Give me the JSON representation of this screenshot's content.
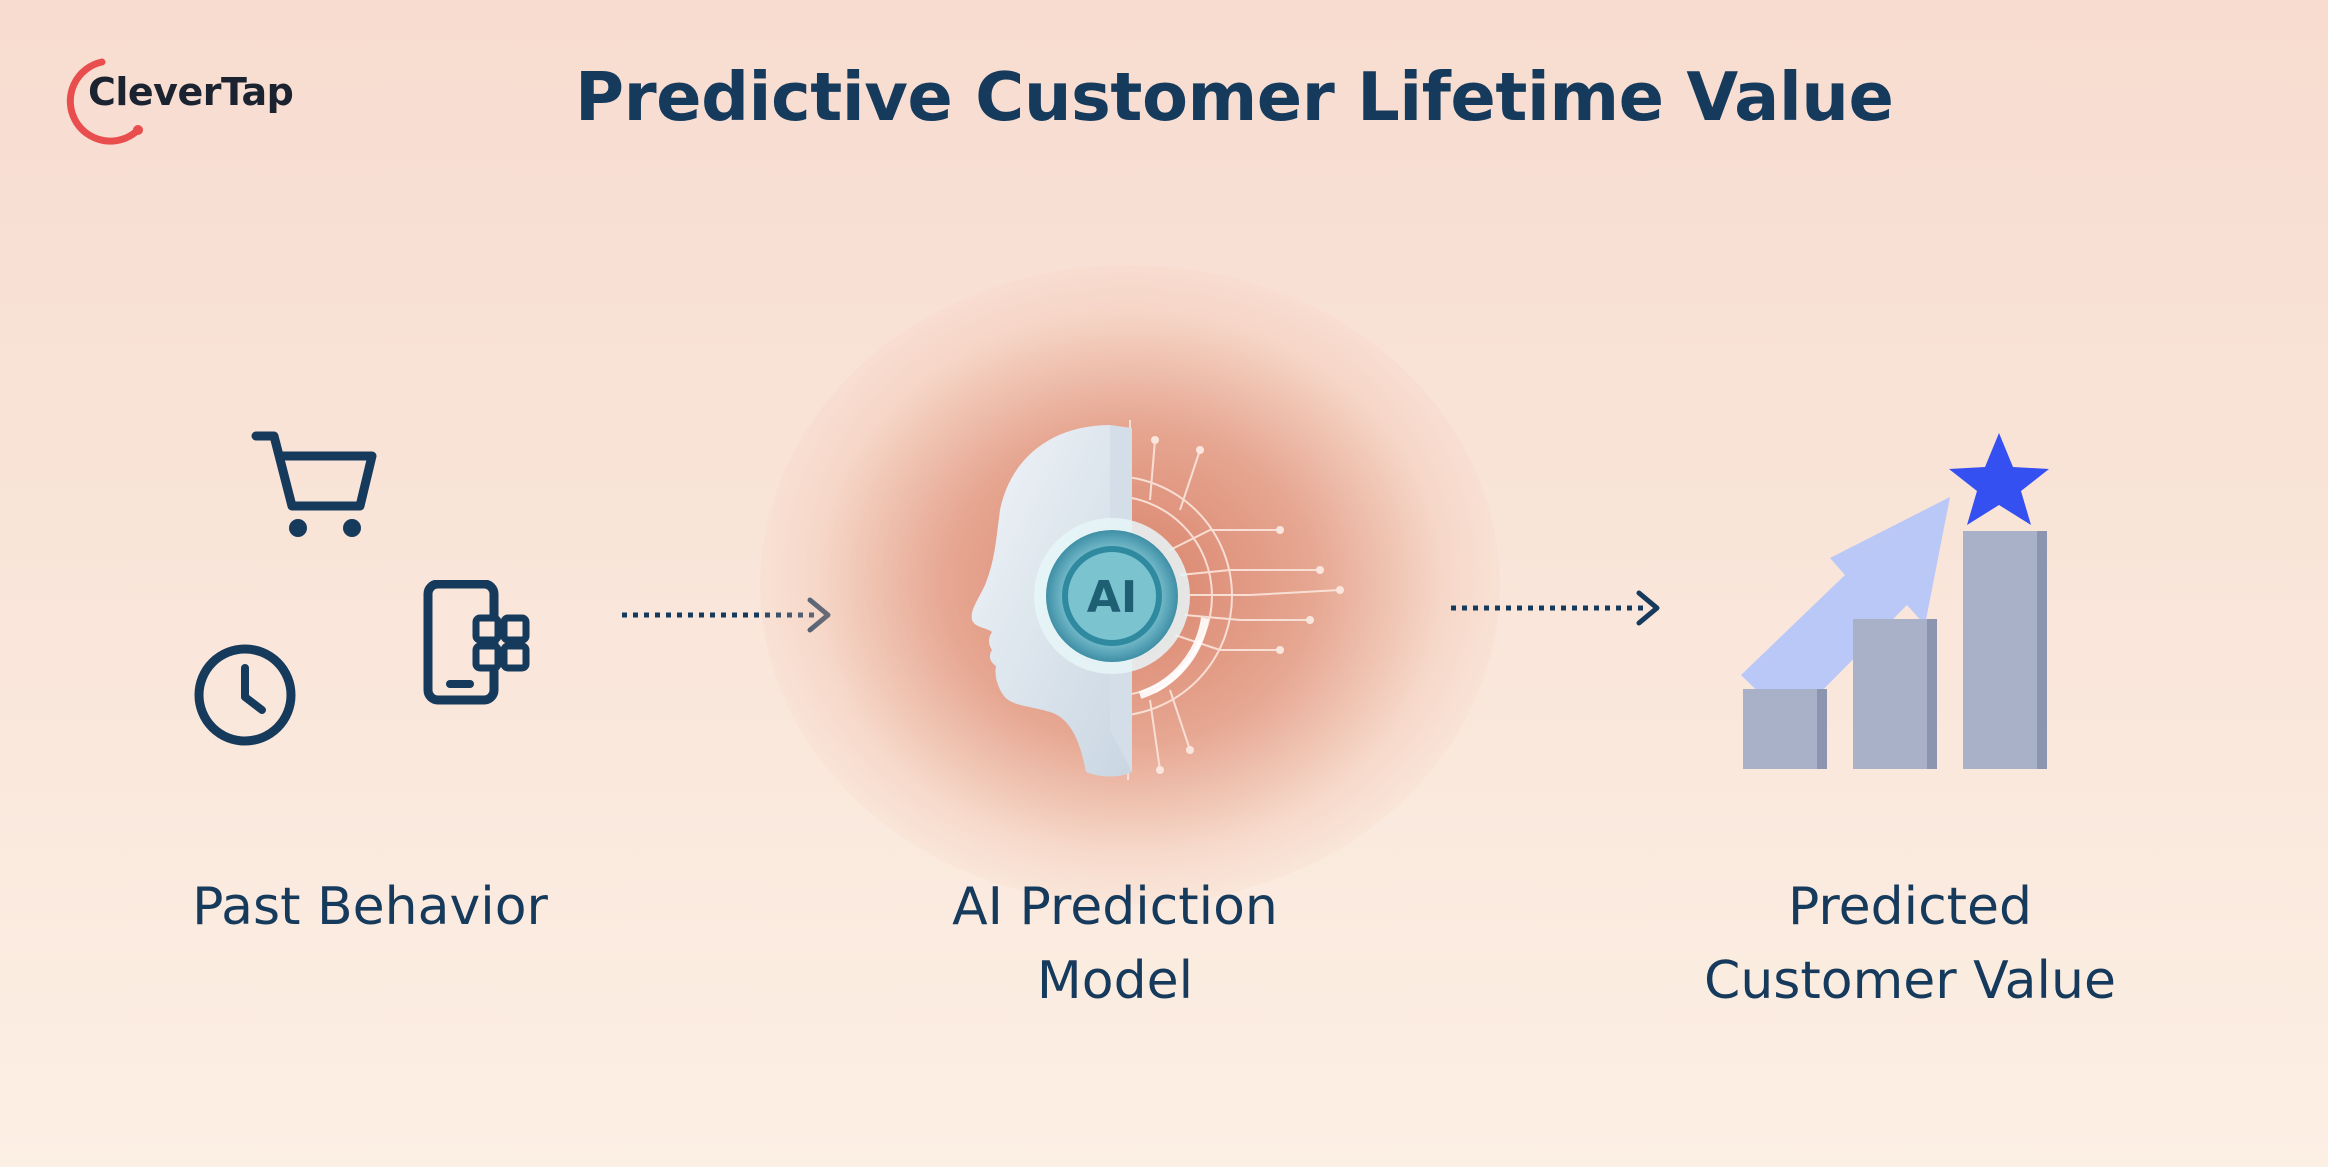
{
  "brand": {
    "name": "CleverTap",
    "accent": "#e94e4e"
  },
  "title": "Predictive Customer Lifetime Value",
  "steps": [
    {
      "label": "Past Behavior",
      "icons": [
        "shopping-cart-icon",
        "mobile-apps-icon",
        "clock-icon"
      ]
    },
    {
      "label_line1": "AI Prediction",
      "label_line2": "Model",
      "badge": "AI",
      "icons": [
        "ai-head-illustration"
      ]
    },
    {
      "label_line1": "Predicted",
      "label_line2": "Customer Value",
      "icons": [
        "growth-bar-chart-icon",
        "star-icon"
      ]
    }
  ],
  "colors": {
    "text": "#163a5c",
    "bars": "#a9b1c9",
    "arrow": "#b9c8f7",
    "star": "#3450f0",
    "glow": "#d6785f"
  }
}
